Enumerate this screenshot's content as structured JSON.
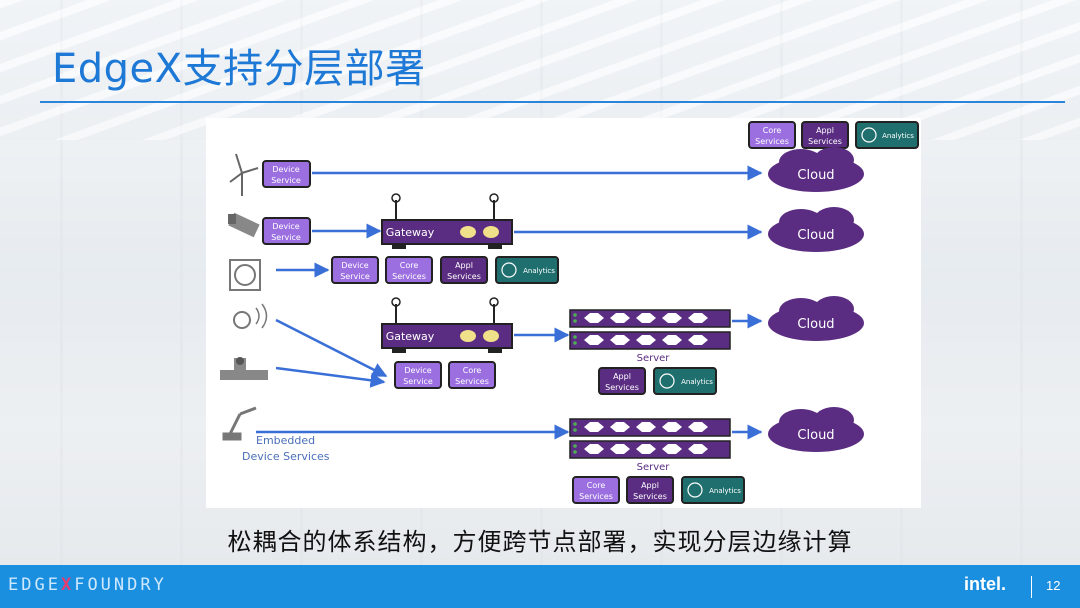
{
  "title": "EdgeX支持分层部署",
  "caption": "松耦合的体系结构，方便跨节点部署，实现分层边缘计算",
  "footer": {
    "brand_pre": "EDGE",
    "brand_x": "X",
    "brand_post": "FOUNDRY",
    "intel": "intel.",
    "page_number": "12"
  },
  "diagram": {
    "top_legend": {
      "core": [
        "Core",
        "Services"
      ],
      "appl": [
        "Appl",
        "Services"
      ],
      "analytics": "Analytics"
    },
    "row1": {
      "device": [
        "Device",
        "Service"
      ],
      "cloud": "Cloud"
    },
    "row2": {
      "device": [
        "Device",
        "Service"
      ],
      "gateway": "Gateway",
      "cloud": "Cloud"
    },
    "row3": {
      "device": [
        "Device",
        "Service"
      ],
      "core": [
        "Core",
        "Services"
      ],
      "appl": [
        "Appl",
        "Services"
      ],
      "analytics": "Analytics"
    },
    "row4": {
      "gateway": "Gateway",
      "server": "Server",
      "cloud": "Cloud",
      "device": [
        "Device",
        "Service"
      ],
      "core": [
        "Core",
        "Services"
      ],
      "appl": [
        "Appl",
        "Services"
      ],
      "analytics": "Analytics"
    },
    "row5": {
      "embedded": [
        "Embedded",
        "Device Services"
      ],
      "server": "Server",
      "cloud": "Cloud",
      "core": [
        "Core",
        "Services"
      ],
      "appl": [
        "Appl",
        "Services"
      ],
      "analytics": "Analytics"
    }
  },
  "colors": {
    "title": "#1d78d6",
    "footer": "#1a8fe0",
    "arrow": "#3a6fd8",
    "purple_dark": "#5a2d82",
    "purple_light": "#9b6fe0",
    "teal": "#1f6f6f"
  }
}
